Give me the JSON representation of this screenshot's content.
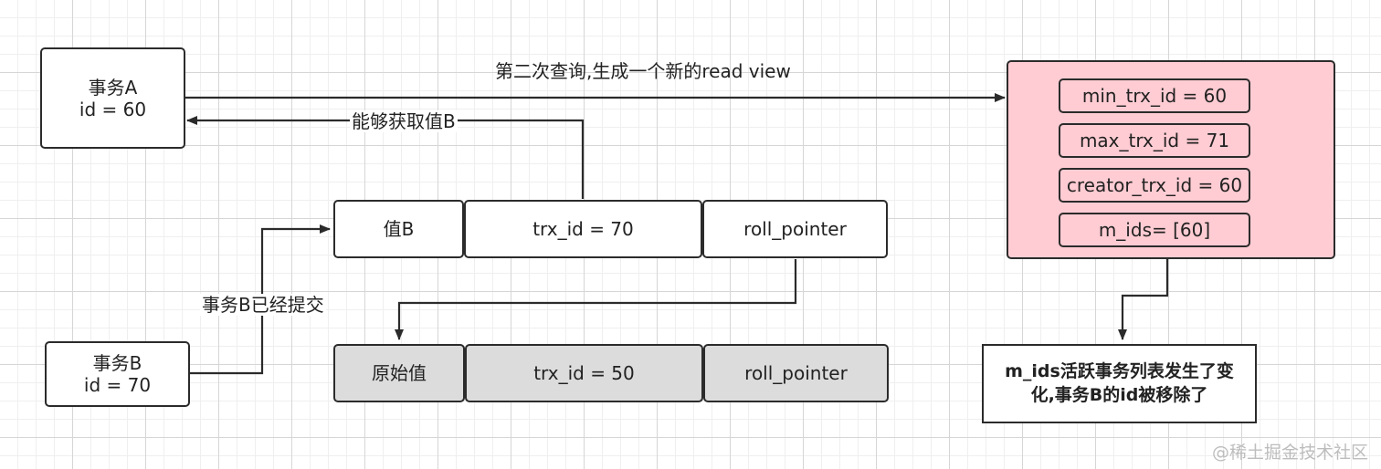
{
  "diagram": {
    "transaction_a": {
      "line1": "事务A",
      "line2": "id = 60"
    },
    "transaction_b": {
      "line1": "事务B",
      "line2": "id = 70"
    },
    "version_new": {
      "value": "值B",
      "trx_id": "trx_id = 70",
      "roll_pointer": "roll_pointer"
    },
    "version_old": {
      "value": "原始值",
      "trx_id": "trx_id = 50",
      "roll_pointer": "roll_pointer"
    },
    "read_view": {
      "min_trx_id": "min_trx_id = 60",
      "max_trx_id": "max_trx_id = 71",
      "creator_trx_id": "creator_trx_id = 60",
      "m_ids": "m_ids= [60]"
    },
    "note": "m_ids活跃事务列表发生了变化,事务B的id被移除了",
    "edges": {
      "second_query": "第二次查询,生成一个新的read view",
      "can_get_value": "能够获取值B",
      "b_committed": "事务B已经提交"
    },
    "colors": {
      "stroke": "#2b2b2b",
      "old_version_fill": "#dcdcdc",
      "read_view_fill": "#ffccd3"
    }
  },
  "watermark": "@稀土掘金技术社区"
}
